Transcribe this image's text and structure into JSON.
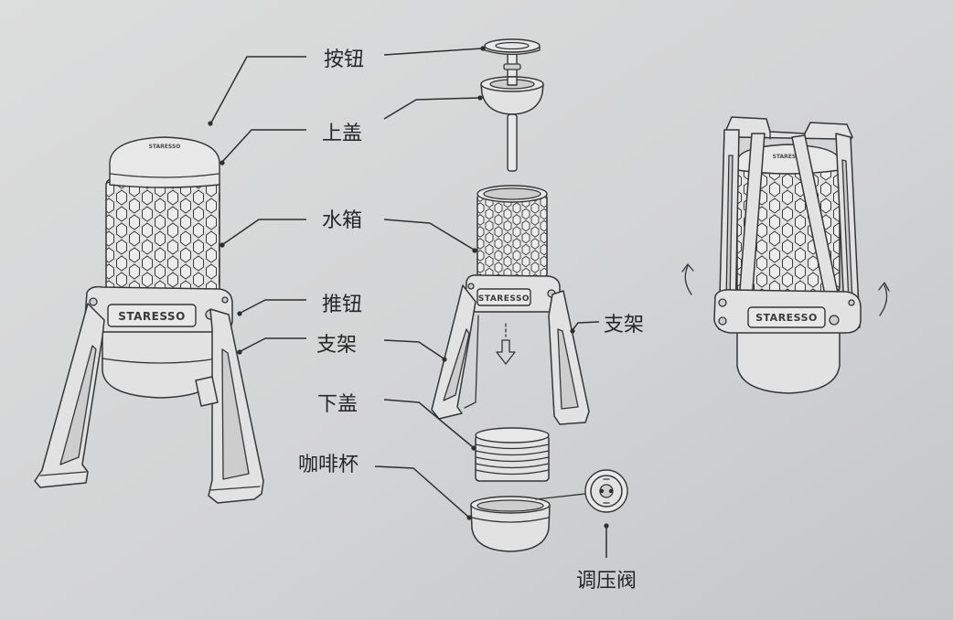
{
  "labels": {
    "button": "按钮",
    "top_cover": "上盖",
    "water_tank": "水箱",
    "push_button": "推钮",
    "stand": "支架",
    "stand_right": "支架",
    "bottom_cover": "下盖",
    "coffee_cup": "咖啡杯",
    "pressure_valve": "调压阀"
  },
  "product": {
    "brand": "STARESSO"
  },
  "colors": {
    "paper": "#d4d5d6",
    "ink": "#353535",
    "part_fill": "#e2e2e2"
  }
}
